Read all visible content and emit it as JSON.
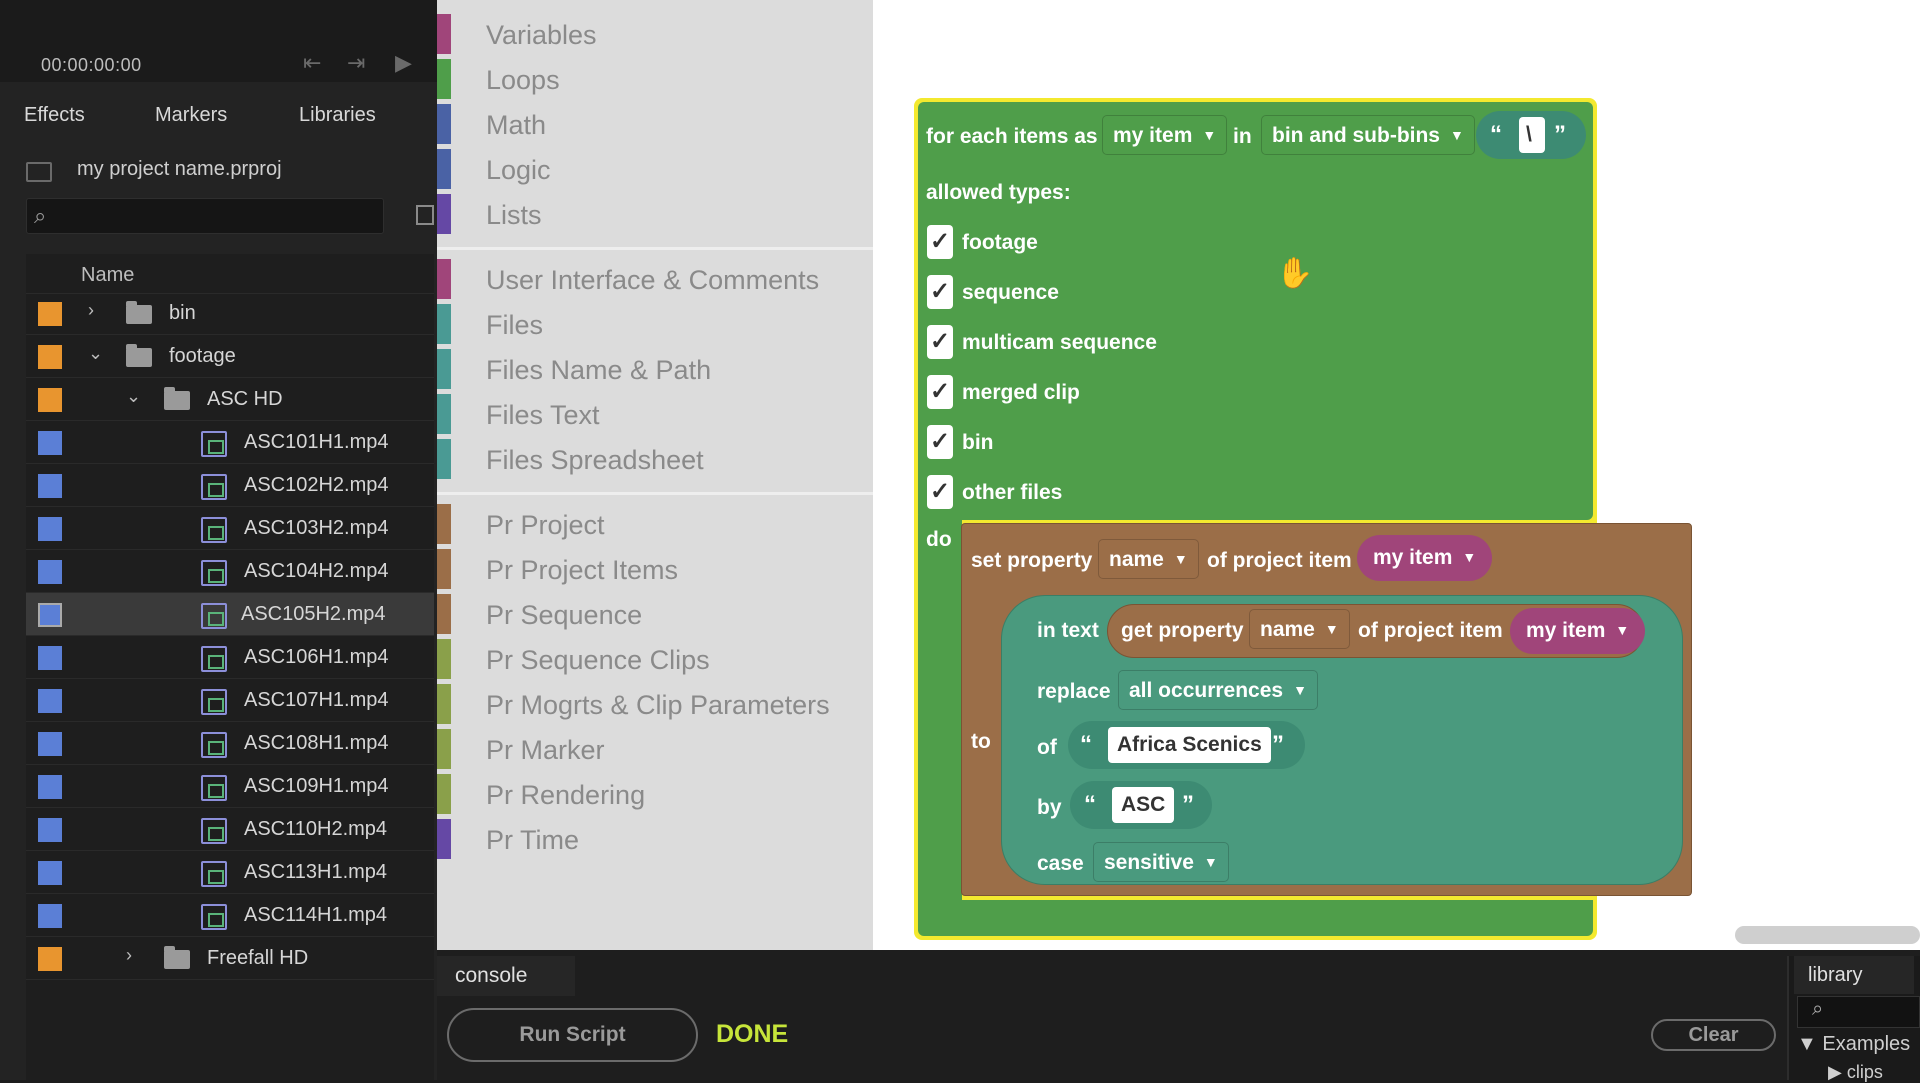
{
  "premiere": {
    "timecode": "00:00:00:00",
    "tabs": [
      "Effects",
      "Markers",
      "Libraries"
    ],
    "project_name": "my project name.prproj",
    "column_header": "Name",
    "colors": {
      "folder": "#e8952f",
      "clip": "#5b7fd6"
    },
    "rows": [
      {
        "label": "bin",
        "type": "folder",
        "expanded": false
      },
      {
        "label": "footage",
        "type": "folder",
        "expanded": true
      },
      {
        "label": "ASC HD",
        "type": "folder",
        "expanded": true
      },
      {
        "label": "ASC101H1.mp4",
        "type": "clip"
      },
      {
        "label": "ASC102H2.mp4",
        "type": "clip"
      },
      {
        "label": "ASC103H2.mp4",
        "type": "clip"
      },
      {
        "label": "ASC104H2.mp4",
        "type": "clip"
      },
      {
        "label": "ASC105H2.mp4",
        "type": "clip",
        "selected": true
      },
      {
        "label": "ASC106H1.mp4",
        "type": "clip"
      },
      {
        "label": "ASC107H1.mp4",
        "type": "clip"
      },
      {
        "label": "ASC108H1.mp4",
        "type": "clip"
      },
      {
        "label": "ASC109H1.mp4",
        "type": "clip"
      },
      {
        "label": "ASC110H2.mp4",
        "type": "clip"
      },
      {
        "label": "ASC113H1.mp4",
        "type": "clip"
      },
      {
        "label": "ASC114H1.mp4",
        "type": "clip"
      },
      {
        "label": "Freefall HD",
        "type": "folder",
        "expanded": false
      }
    ]
  },
  "categories": [
    {
      "label": "Variables",
      "color": "#a0457a"
    },
    {
      "label": "Loops",
      "color": "#4f9e4a"
    },
    {
      "label": "Math",
      "color": "#4a62a5"
    },
    {
      "label": "Logic",
      "color": "#4a62a5"
    },
    {
      "label": "Lists",
      "color": "#6548a5"
    },
    {
      "label": "User Interface & Comments",
      "color": "#a0457a"
    },
    {
      "label": "Files",
      "color": "#4a9a94"
    },
    {
      "label": "Files Name & Path",
      "color": "#4a9a94"
    },
    {
      "label": "Files Text",
      "color": "#4a9a94"
    },
    {
      "label": "Files Spreadsheet",
      "color": "#4a9a94"
    },
    {
      "label": "Pr Project",
      "color": "#9b6e48"
    },
    {
      "label": "Pr Project Items",
      "color": "#9b6e48"
    },
    {
      "label": "Pr Sequence",
      "color": "#9b6e48"
    },
    {
      "label": "Pr Sequence Clips",
      "color": "#8aa04a"
    },
    {
      "label": "Pr Mogrts & Clip Parameters",
      "color": "#8aa04a"
    },
    {
      "label": "Pr Marker",
      "color": "#8aa04a"
    },
    {
      "label": "Pr Rendering",
      "color": "#8aa04a"
    },
    {
      "label": "Pr Time",
      "color": "#6548a5"
    }
  ],
  "blocks": {
    "loop": {
      "prefix": "for each items as",
      "var": "my item",
      "in": "in",
      "scope": "bin and sub-bins",
      "sep_open": "“",
      "sep_value": "\\",
      "sep_close": "”",
      "allowed_label": "allowed types:",
      "types": [
        {
          "label": "footage",
          "checked": true
        },
        {
          "label": "sequence",
          "checked": true
        },
        {
          "label": "multicam sequence",
          "checked": true
        },
        {
          "label": "merged clip",
          "checked": true
        },
        {
          "label": "bin",
          "checked": true
        },
        {
          "label": "other files",
          "checked": true
        }
      ],
      "check_glyph": "✓",
      "do_label": "do"
    },
    "set": {
      "prefix": "set property",
      "prop": "name",
      "of_label": "of project item",
      "item": "my item",
      "to_label": "to"
    },
    "replace": {
      "in_text": "in text",
      "get_label": "get property",
      "get_prop": "name",
      "of_label": "of project item",
      "item": "my item",
      "replace_label": "replace",
      "mode": "all occurrences",
      "of_word": "of",
      "find_value": "Africa Scenics",
      "by_word": "by",
      "replace_value": "ASC",
      "case_label": "case",
      "case_value": "sensitive",
      "q_open": "“",
      "q_close": "”"
    },
    "colors": {
      "loop": "#4f9e4a",
      "highlight": "#f3e92f",
      "pr_item": "#9b6e48",
      "text": "#4a9a7e",
      "variable": "#a0457a"
    }
  },
  "console": {
    "tab_label": "console",
    "run_label": "Run Script",
    "status": "DONE",
    "clear_label": "Clear"
  },
  "library": {
    "tab_label": "library",
    "tree_root": "Examples",
    "tree_child": "clips",
    "tree_root_glyph": "▼",
    "tree_child_glyph": "▶"
  }
}
